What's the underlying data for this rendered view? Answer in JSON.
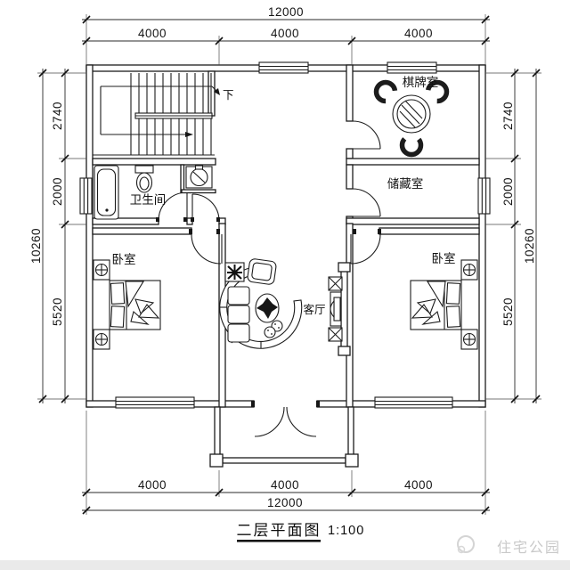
{
  "title": {
    "name": "二层平面图",
    "scale": "1:100"
  },
  "watermark": {
    "text": "住宅公园"
  },
  "rooms": {
    "chess": "棋牌室",
    "storage": "储藏室",
    "bath": "卫生间",
    "bed_left": "卧室",
    "bed_right": "卧室",
    "living": "客厅",
    "down": "下"
  },
  "dims": {
    "top_overall": "12000",
    "top_segs": [
      "4000",
      "4000",
      "4000"
    ],
    "bottom_overall": "12000",
    "bottom_segs": [
      "4000",
      "4000",
      "4000"
    ],
    "left_overall": "10260",
    "left_segs": [
      "2740",
      "2000",
      "5520"
    ],
    "right_overall": "10260",
    "right_segs": [
      "2740",
      "2000",
      "5520"
    ]
  },
  "colors": {
    "line": "#1c1c1c",
    "dim_text": "#151515",
    "watermark": "#c9c9c9",
    "footer_strip": "#eaeaea",
    "background": "#ffffff"
  }
}
